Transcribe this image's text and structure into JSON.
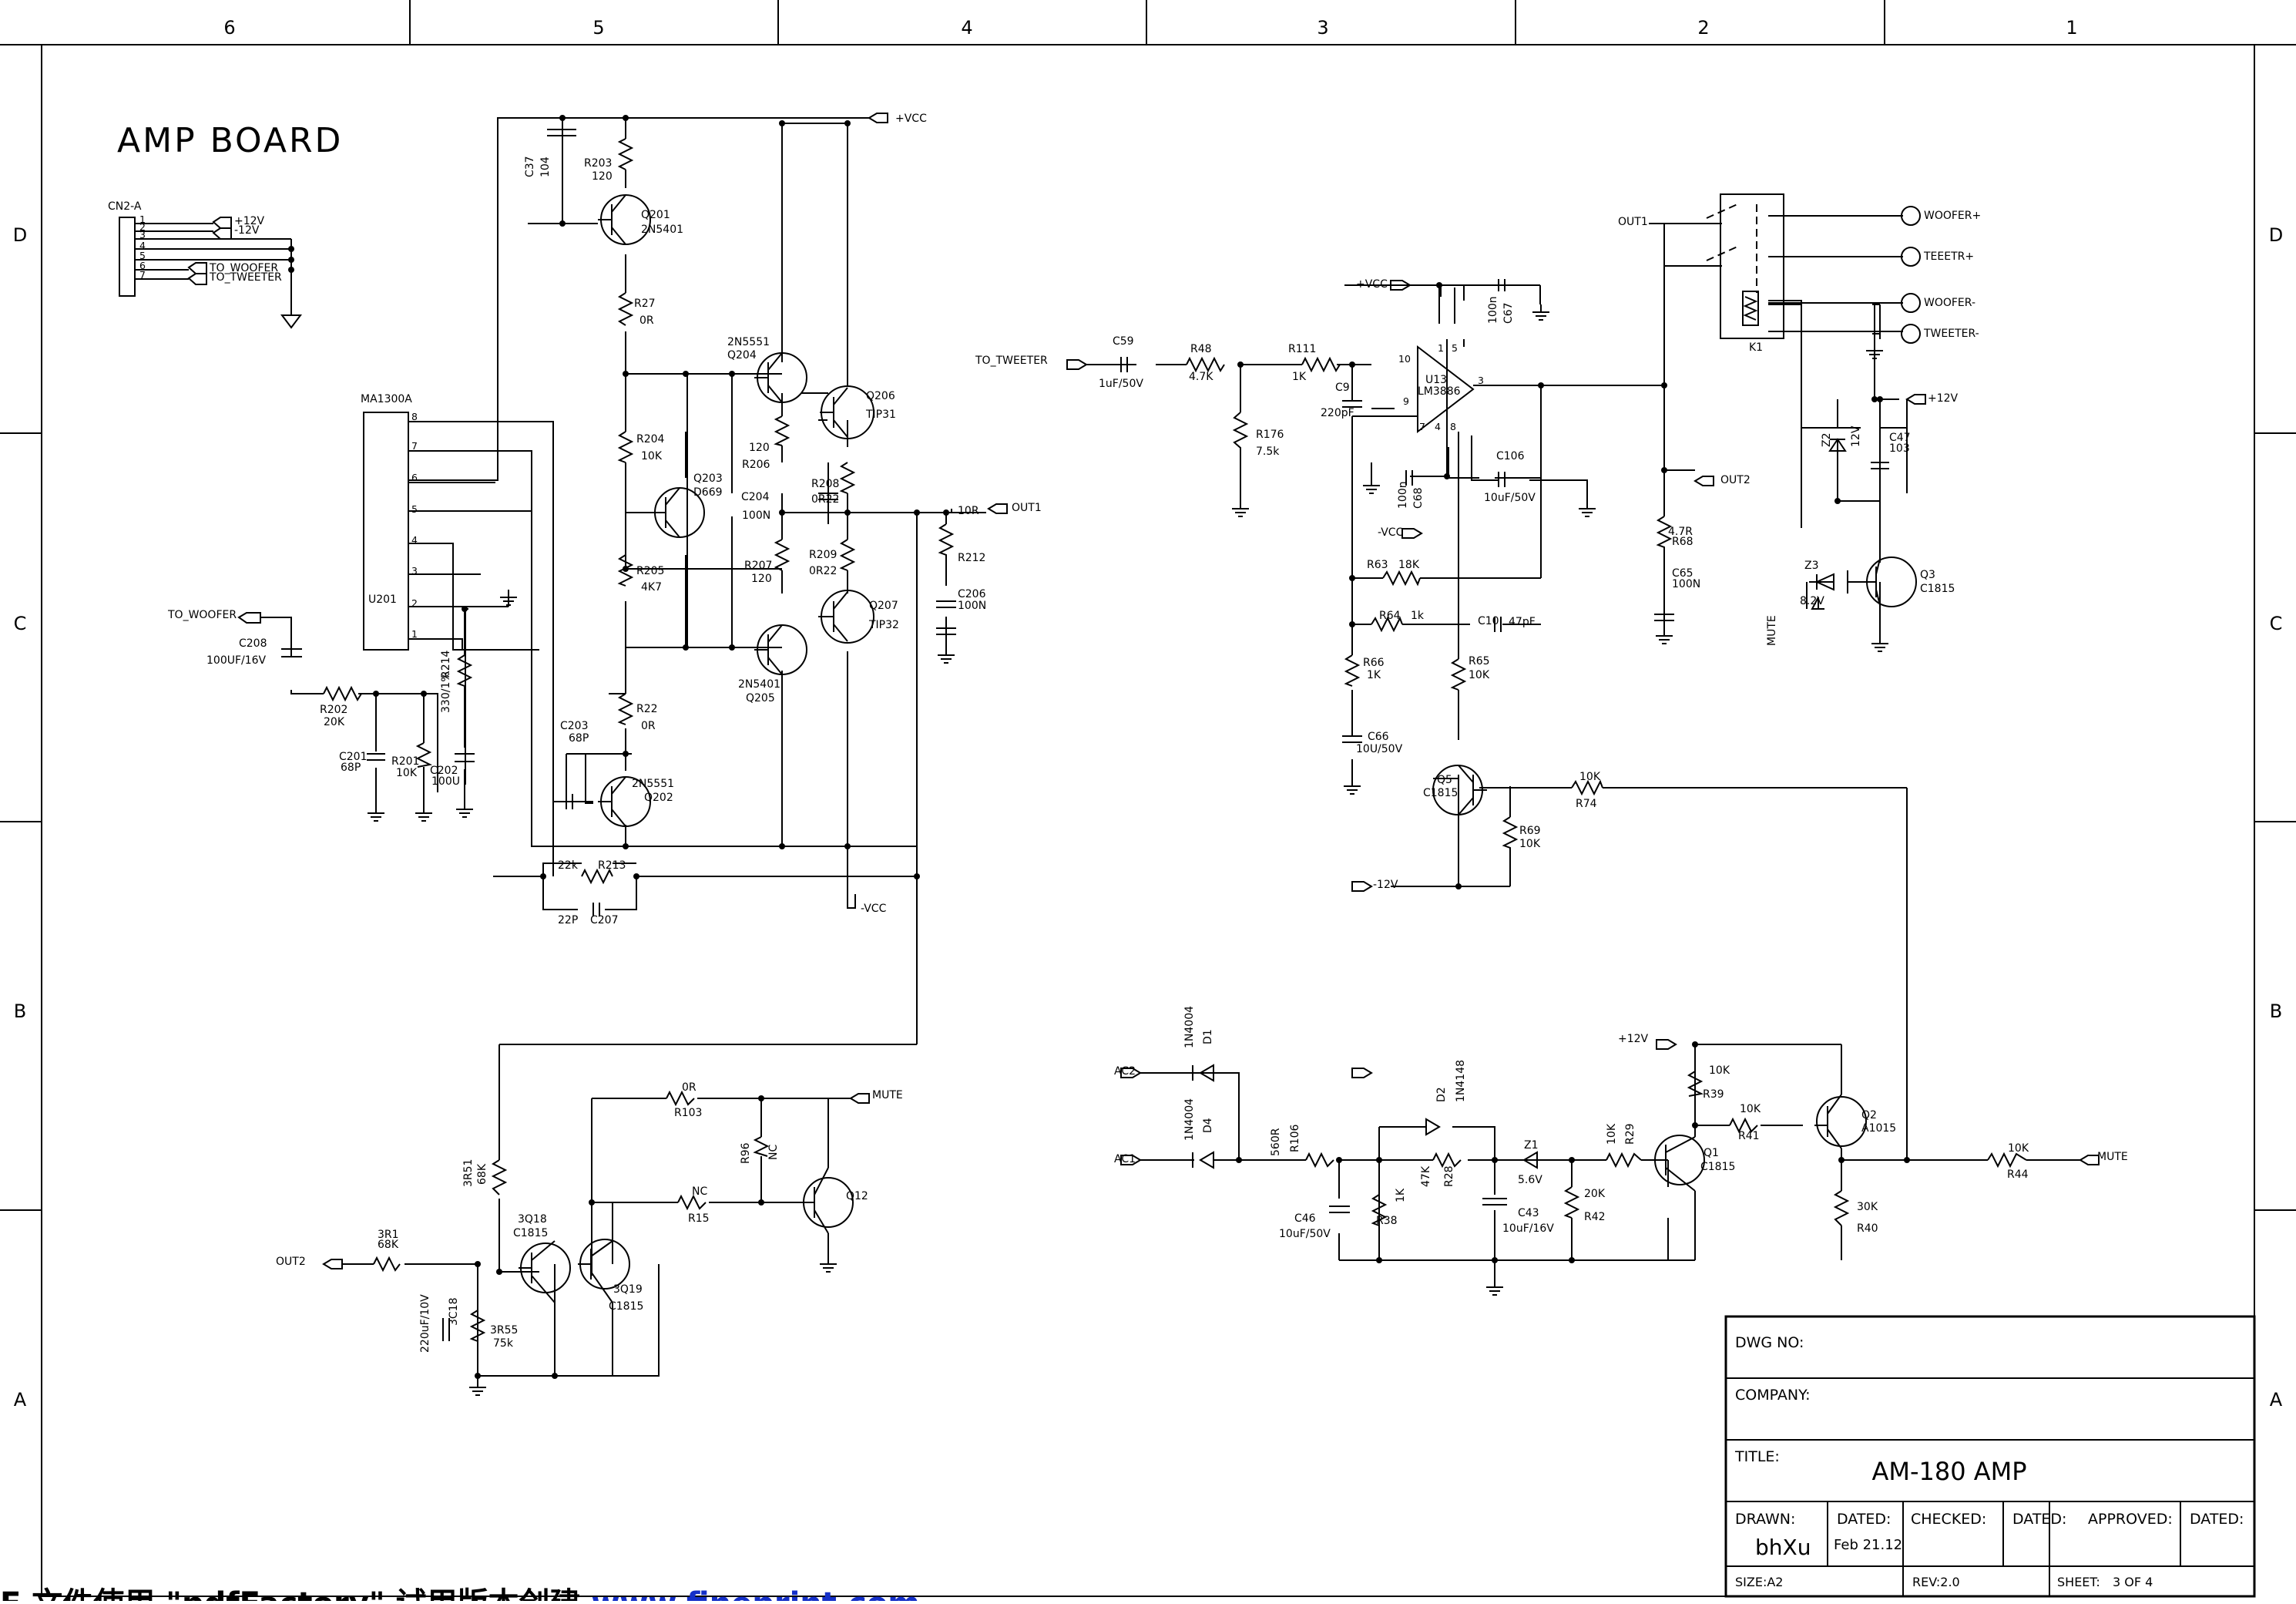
{
  "board_title": "AMP BOARD",
  "grid": {
    "columns": [
      "6",
      "5",
      "4",
      "3",
      "2",
      "1"
    ],
    "rows": [
      "D",
      "C",
      "B",
      "A"
    ]
  },
  "title_block": {
    "dwg_no_label": "DWG NO:",
    "company_label": "COMPANY:",
    "title_label": "TITLE:",
    "title_value": "AM-180 AMP",
    "drawn_label": "DRAWN:",
    "drawn_value": "bhXu",
    "dated_label": "DATED:",
    "dated_value": "Feb 21.12",
    "checked_label": "CHECKED:",
    "checked_dated_label": "DATED:",
    "approved_label": "APPROVED:",
    "approved_dated_label": "DATED:",
    "size_label": "SIZE:A2",
    "rev_label": "REV:2.0",
    "sheet_label": "SHEET:",
    "sheet_value": "3 OF 4"
  },
  "watermark": {
    "prefix": "E 文件使用 \"pdfFactory\" 试用版本创建 ",
    "link": "www.fineprint.com"
  },
  "labels": [
    {
      "id": "cn2a",
      "t": "CN2-A"
    },
    {
      "id": "p1",
      "t": "1"
    },
    {
      "id": "p2",
      "t": "2"
    },
    {
      "id": "p3",
      "t": "3"
    },
    {
      "id": "p4",
      "t": "4"
    },
    {
      "id": "p5",
      "t": "5"
    },
    {
      "id": "p6",
      "t": "6"
    },
    {
      "id": "p7",
      "t": "7"
    },
    {
      "id": "p12v",
      "t": "+12V"
    },
    {
      "id": "m12v",
      "t": "-12V"
    },
    {
      "id": "towoof1",
      "t": "TO_WOOFER"
    },
    {
      "id": "totweet1",
      "t": "TO_TWEETER"
    },
    {
      "id": "ma1300",
      "t": "MA1300A"
    },
    {
      "id": "u201",
      "t": "U201"
    },
    {
      "id": "u8",
      "t": "8"
    },
    {
      "id": "u7",
      "t": "7"
    },
    {
      "id": "u6",
      "t": "6"
    },
    {
      "id": "u5",
      "t": "5"
    },
    {
      "id": "u4",
      "t": "4"
    },
    {
      "id": "u3",
      "t": "3"
    },
    {
      "id": "u2",
      "t": "2"
    },
    {
      "id": "u1",
      "t": "1"
    },
    {
      "id": "towoof2",
      "t": "TO_WOOFER"
    },
    {
      "id": "c208",
      "t": "C208"
    },
    {
      "id": "c208v",
      "t": "100UF/16V"
    },
    {
      "id": "r202",
      "t": "R202"
    },
    {
      "id": "r202v",
      "t": "20K"
    },
    {
      "id": "c201",
      "t": "C201"
    },
    {
      "id": "c201v",
      "t": "68P"
    },
    {
      "id": "r201",
      "t": "R201"
    },
    {
      "id": "r201v",
      "t": "10K"
    },
    {
      "id": "c202",
      "t": "C202"
    },
    {
      "id": "c202v",
      "t": "100U"
    },
    {
      "id": "r214",
      "t": "R214"
    },
    {
      "id": "r214v",
      "t": "330/1%"
    },
    {
      "id": "c37",
      "t": "C37"
    },
    {
      "id": "c37v",
      "t": "104"
    },
    {
      "id": "r203",
      "t": "R203"
    },
    {
      "id": "r203v",
      "t": "120"
    },
    {
      "id": "q201",
      "t": "Q201"
    },
    {
      "id": "q201v",
      "t": "2N5401"
    },
    {
      "id": "r27",
      "t": "R27"
    },
    {
      "id": "r27v",
      "t": "0R"
    },
    {
      "id": "r204",
      "t": "R204"
    },
    {
      "id": "r204v",
      "t": "10K"
    },
    {
      "id": "q203",
      "t": "Q203"
    },
    {
      "id": "q203v",
      "t": "D669"
    },
    {
      "id": "r205",
      "t": "R205"
    },
    {
      "id": "r205v",
      "t": "4K7"
    },
    {
      "id": "r22",
      "t": "R22"
    },
    {
      "id": "r22v",
      "t": "0R"
    },
    {
      "id": "c203",
      "t": "C203"
    },
    {
      "id": "c203v",
      "t": "68P"
    },
    {
      "id": "q202v",
      "t": "2N5551"
    },
    {
      "id": "q202",
      "t": "Q202"
    },
    {
      "id": "r213v",
      "t": "22k"
    },
    {
      "id": "r213",
      "t": "R213"
    },
    {
      "id": "c207v",
      "t": "22P"
    },
    {
      "id": "c207",
      "t": "C207"
    },
    {
      "id": "q204v",
      "t": "2N5551"
    },
    {
      "id": "q204",
      "t": "Q204"
    },
    {
      "id": "r206v",
      "t": "120"
    },
    {
      "id": "r206",
      "t": "R206"
    },
    {
      "id": "c204",
      "t": "C204"
    },
    {
      "id": "c204v",
      "t": "100N"
    },
    {
      "id": "r207",
      "t": "R207"
    },
    {
      "id": "r207v",
      "t": "120"
    },
    {
      "id": "q205v",
      "t": "2N5401"
    },
    {
      "id": "q205",
      "t": "Q205"
    },
    {
      "id": "q206",
      "t": "Q206"
    },
    {
      "id": "q206v",
      "t": "TIP31"
    },
    {
      "id": "r208",
      "t": "R208"
    },
    {
      "id": "r208v",
      "t": "0R22"
    },
    {
      "id": "r209",
      "t": "R209"
    },
    {
      "id": "r209v",
      "t": "0R22"
    },
    {
      "id": "q207",
      "t": "Q207"
    },
    {
      "id": "q207v",
      "t": "TIP32"
    },
    {
      "id": "vcc1",
      "t": "+VCC"
    },
    {
      "id": "out1a",
      "t": "OUT1"
    },
    {
      "id": "r212v",
      "t": "10R"
    },
    {
      "id": "r212",
      "t": "R212"
    },
    {
      "id": "c206",
      "t": "C206"
    },
    {
      "id": "c206v",
      "t": "100N"
    },
    {
      "id": "mvcc1",
      "t": "-VCC"
    },
    {
      "id": "totweet2",
      "t": "TO_TWEETER"
    },
    {
      "id": "c59",
      "t": "C59"
    },
    {
      "id": "c59v",
      "t": "1uF/50V"
    },
    {
      "id": "r48",
      "t": "R48"
    },
    {
      "id": "r48v",
      "t": "4.7K"
    },
    {
      "id": "r111",
      "t": "R111"
    },
    {
      "id": "r111v",
      "t": "1K"
    },
    {
      "id": "r176",
      "t": "R176"
    },
    {
      "id": "r176v",
      "t": "7.5k"
    },
    {
      "id": "c9",
      "t": "C9"
    },
    {
      "id": "c9v",
      "t": "220pF"
    },
    {
      "id": "vcc2",
      "t": "+VCC"
    },
    {
      "id": "mvcc2",
      "t": "-VCC"
    },
    {
      "id": "u13",
      "t": "U13"
    },
    {
      "id": "lm3886",
      "t": "LM3886"
    },
    {
      "id": "pin10",
      "t": "10"
    },
    {
      "id": "pin9",
      "t": "9"
    },
    {
      "id": "pin1",
      "t": "1"
    },
    {
      "id": "pin5",
      "t": "5"
    },
    {
      "id": "pin3",
      "t": "3"
    },
    {
      "id": "pin7",
      "t": "7"
    },
    {
      "id": "pin4",
      "t": "4"
    },
    {
      "id": "pin8",
      "t": "8"
    },
    {
      "id": "c67",
      "t": "C67"
    },
    {
      "id": "c67v",
      "t": "100n"
    },
    {
      "id": "c68",
      "t": "C68"
    },
    {
      "id": "c68v",
      "t": "100n"
    },
    {
      "id": "c106",
      "t": "C106"
    },
    {
      "id": "c106v",
      "t": "10uF/50V"
    },
    {
      "id": "r63",
      "t": "R63"
    },
    {
      "id": "r63v",
      "t": "18K"
    },
    {
      "id": "r64",
      "t": "R64"
    },
    {
      "id": "r64v",
      "t": "1k"
    },
    {
      "id": "c10",
      "t": "C10"
    },
    {
      "id": "c10v",
      "t": "47pF"
    },
    {
      "id": "r66",
      "t": "R66"
    },
    {
      "id": "r66v",
      "t": "1K"
    },
    {
      "id": "c66",
      "t": "C66"
    },
    {
      "id": "c66v",
      "t": "10U/50V"
    },
    {
      "id": "r65",
      "t": "R65"
    },
    {
      "id": "r65v",
      "t": "10K"
    },
    {
      "id": "q5",
      "t": "Q5"
    },
    {
      "id": "q5v",
      "t": "C1815"
    },
    {
      "id": "r74v",
      "t": "10K"
    },
    {
      "id": "r74",
      "t": "R74"
    },
    {
      "id": "r69",
      "t": "R69"
    },
    {
      "id": "r69v",
      "t": "10K"
    },
    {
      "id": "m12v2",
      "t": "-12V"
    },
    {
      "id": "out1b",
      "t": "OUT1"
    },
    {
      "id": "k1",
      "t": "K1"
    },
    {
      "id": "woofp",
      "t": "WOOFER+"
    },
    {
      "id": "tweetp",
      "t": "TEEETR+"
    },
    {
      "id": "woofm",
      "t": "WOOFER-"
    },
    {
      "id": "tweetm",
      "t": "TWEETER-"
    },
    {
      "id": "out2a",
      "t": "OUT2"
    },
    {
      "id": "r68v",
      "t": "4.7R"
    },
    {
      "id": "r68",
      "t": "R68"
    },
    {
      "id": "c65",
      "t": "C65"
    },
    {
      "id": "c65v",
      "t": "100N"
    },
    {
      "id": "p12v2",
      "t": "+12V"
    },
    {
      "id": "z2",
      "t": "Z2"
    },
    {
      "id": "z2v",
      "t": "12V"
    },
    {
      "id": "c47",
      "t": "C47"
    },
    {
      "id": "c47v",
      "t": "103"
    },
    {
      "id": "z3",
      "t": "Z3"
    },
    {
      "id": "z3v",
      "t": "8.2V"
    },
    {
      "id": "mute1",
      "t": "MUTE"
    },
    {
      "id": "q3",
      "t": "Q3"
    },
    {
      "id": "q3v",
      "t": "C1815"
    },
    {
      "id": "ac2",
      "t": "AC2"
    },
    {
      "id": "ac1",
      "t": "AC1"
    },
    {
      "id": "d1v",
      "t": "1N4004"
    },
    {
      "id": "d1",
      "t": "D1"
    },
    {
      "id": "d4v",
      "t": "1N4004"
    },
    {
      "id": "d4",
      "t": "D4"
    },
    {
      "id": "r106v",
      "t": "560R"
    },
    {
      "id": "r106",
      "t": "R106"
    },
    {
      "id": "d2",
      "t": "D2"
    },
    {
      "id": "d2v",
      "t": "1N4148"
    },
    {
      "id": "c46",
      "t": "C46"
    },
    {
      "id": "c46v",
      "t": "10uF/50V"
    },
    {
      "id": "r38v",
      "t": "1K"
    },
    {
      "id": "r38",
      "t": "R38"
    },
    {
      "id": "r28v",
      "t": "47K"
    },
    {
      "id": "r28",
      "t": "R28"
    },
    {
      "id": "z1",
      "t": "Z1"
    },
    {
      "id": "z1v",
      "t": "5.6V"
    },
    {
      "id": "c43",
      "t": "C43"
    },
    {
      "id": "c43v",
      "t": "10uF/16V"
    },
    {
      "id": "r29v",
      "t": "10K"
    },
    {
      "id": "r29",
      "t": "R29"
    },
    {
      "id": "r42v",
      "t": "20K"
    },
    {
      "id": "r42",
      "t": "R42"
    },
    {
      "id": "p12v3",
      "t": "+12V"
    },
    {
      "id": "r39v",
      "t": "10K"
    },
    {
      "id": "r39",
      "t": "R39"
    },
    {
      "id": "q1",
      "t": "Q1"
    },
    {
      "id": "q1v",
      "t": "C1815"
    },
    {
      "id": "r41v",
      "t": "10K"
    },
    {
      "id": "r41",
      "t": "R41"
    },
    {
      "id": "q2",
      "t": "Q2"
    },
    {
      "id": "q2v",
      "t": "A1015"
    },
    {
      "id": "r40v",
      "t": "30K"
    },
    {
      "id": "r40",
      "t": "R40"
    },
    {
      "id": "r44v",
      "t": "10K"
    },
    {
      "id": "r44",
      "t": "R44"
    },
    {
      "id": "mute2",
      "t": "MUTE"
    },
    {
      "id": "r103v",
      "t": "0R"
    },
    {
      "id": "r103",
      "t": "R103"
    },
    {
      "id": "mute3",
      "t": "MUTE"
    },
    {
      "id": "r96",
      "t": "R96"
    },
    {
      "id": "r96v",
      "t": "NC"
    },
    {
      "id": "r15v",
      "t": "NC"
    },
    {
      "id": "r15",
      "t": "R15"
    },
    {
      "id": "q12",
      "t": "Q12"
    },
    {
      "id": "r3r51",
      "t": "3R51"
    },
    {
      "id": "r3r51v",
      "t": "68K"
    },
    {
      "id": "q3018",
      "t": "3Q18"
    },
    {
      "id": "q3018v",
      "t": "C1815"
    },
    {
      "id": "q3019",
      "t": "3Q19"
    },
    {
      "id": "q3019v",
      "t": "C1815"
    },
    {
      "id": "out2b",
      "t": "OUT2"
    },
    {
      "id": "r3r1",
      "t": "3R1"
    },
    {
      "id": "r3r1v",
      "t": "68K"
    },
    {
      "id": "c3c18",
      "t": "3C18"
    },
    {
      "id": "c3c18v",
      "t": "220uF/10V"
    },
    {
      "id": "r3r55",
      "t": "3R55"
    },
    {
      "id": "r3r55v",
      "t": "75k"
    }
  ]
}
